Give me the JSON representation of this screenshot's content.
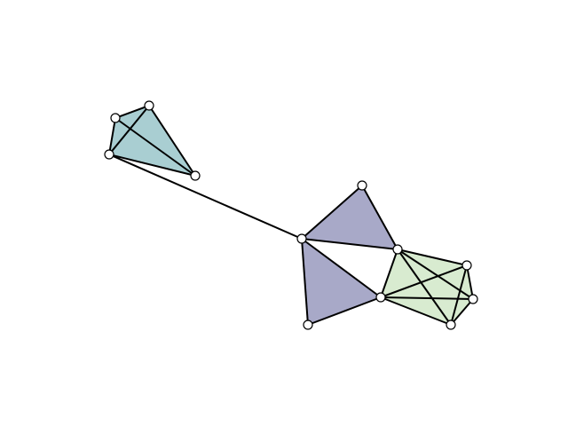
{
  "colors": {
    "background": "#ffffff",
    "edge": "#000000",
    "node_fill": "#ffffff",
    "node_stroke": "#000000",
    "group_teal": "#a9ced2",
    "group_lavender": "#a8a9c8",
    "group_green": "#d8ebd0"
  },
  "graph": {
    "nodes": [
      "a",
      "b",
      "c",
      "d",
      "e",
      "f",
      "g",
      "h",
      "i",
      "j",
      "k",
      "l"
    ],
    "edges": [
      [
        "a",
        "b"
      ],
      [
        "a",
        "c"
      ],
      [
        "a",
        "d"
      ],
      [
        "b",
        "c"
      ],
      [
        "b",
        "d"
      ],
      [
        "c",
        "d"
      ],
      [
        "d",
        "e"
      ],
      [
        "e",
        "f"
      ],
      [
        "e",
        "g"
      ],
      [
        "f",
        "g"
      ],
      [
        "e",
        "h"
      ],
      [
        "e",
        "i"
      ],
      [
        "h",
        "i"
      ],
      [
        "g",
        "i"
      ],
      [
        "g",
        "j"
      ],
      [
        "g",
        "k"
      ],
      [
        "g",
        "l"
      ],
      [
        "i",
        "j"
      ],
      [
        "i",
        "k"
      ],
      [
        "i",
        "l"
      ],
      [
        "j",
        "k"
      ],
      [
        "j",
        "l"
      ],
      [
        "k",
        "l"
      ]
    ],
    "groups": [
      {
        "members": [
          "a",
          "b",
          "c",
          "d"
        ],
        "color": "#a9ced2"
      },
      {
        "members": [
          "e",
          "f",
          "g"
        ],
        "color": "#a8a9c8"
      },
      {
        "members": [
          "e",
          "h",
          "i"
        ],
        "color": "#a8a9c8"
      },
      {
        "members": [
          "g",
          "i",
          "j",
          "k",
          "l"
        ],
        "color": "#d8ebd0"
      }
    ]
  }
}
